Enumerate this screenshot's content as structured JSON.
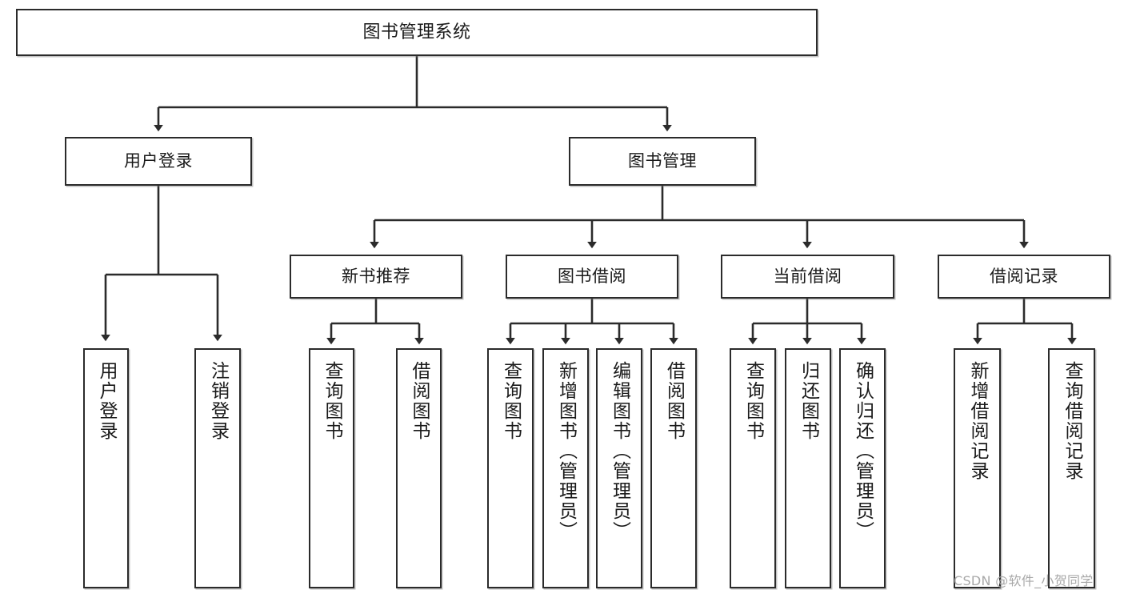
{
  "diagram": {
    "type": "tree-hierarchy-diagram",
    "title": "图书管理系统",
    "watermark": "CSDN @软件_小贺同学",
    "colors": {
      "box_border": "#2b2b2b",
      "box_fill": "#ffffff",
      "connector": "#2b2b2b",
      "text": "#1a1a1a",
      "watermark": "#a8a8a8",
      "background": "#ffffff"
    },
    "nodes": {
      "root": {
        "label": "图书管理系统"
      },
      "level2": [
        {
          "label": "用户登录"
        },
        {
          "label": "图书管理"
        }
      ],
      "level3": [
        {
          "label": "新书推荐"
        },
        {
          "label": "图书借阅"
        },
        {
          "label": "当前借阅"
        },
        {
          "label": "借阅记录"
        }
      ],
      "leaves": {
        "user_login": [
          {
            "label": "用户登录"
          },
          {
            "label": "注销登录"
          }
        ],
        "new_book_recommend": [
          {
            "label": "查询图书"
          },
          {
            "label": "借阅图书"
          }
        ],
        "book_borrow": [
          {
            "label": "查询图书"
          },
          {
            "label": "新增图书（管理员）"
          },
          {
            "label": "编辑图书（管理员）"
          },
          {
            "label": "借阅图书"
          }
        ],
        "current_borrow": [
          {
            "label": "查询图书"
          },
          {
            "label": "归还图书"
          },
          {
            "label": "确认归还（管理员）"
          }
        ],
        "borrow_record": [
          {
            "label": "新增借阅记录"
          },
          {
            "label": "查询借阅记录"
          }
        ]
      }
    }
  }
}
